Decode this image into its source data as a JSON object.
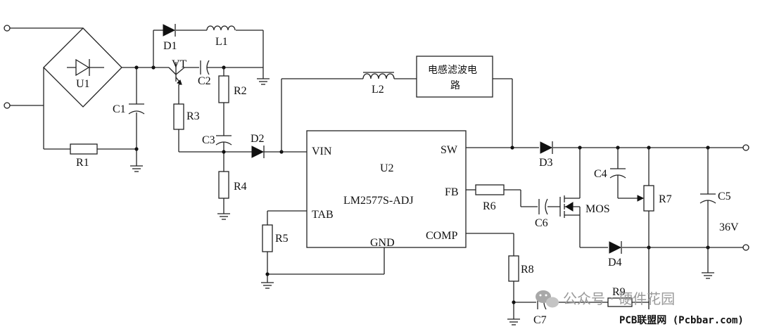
{
  "labels": {
    "U1": "U1",
    "C1": "C1",
    "R1": "R1",
    "D1": "D1",
    "L1": "L1",
    "VT": "VT",
    "C2": "C2",
    "R2": "R2",
    "R3": "R3",
    "C3": "C3",
    "D2": "D2",
    "R4": "R4",
    "L2": "L2",
    "filter_line1": "电感滤波电",
    "filter_line2": "路",
    "U2": "U2",
    "U2_part": "LM2577S-ADJ",
    "VIN": "VIN",
    "TAB": "TAB",
    "GND": "GND",
    "SW": "SW",
    "FB": "FB",
    "COMP": "COMP",
    "R5": "R5",
    "R6": "R6",
    "R7": "R7",
    "R8": "R8",
    "R9": "R9",
    "C4": "C4",
    "C5": "C5",
    "C6": "C6",
    "C7": "C7",
    "D3": "D3",
    "D4": "D4",
    "MOS": "MOS",
    "out_voltage": "36V"
  },
  "watermark": {
    "channel": "公众号 · 硬件花园",
    "site": "PCB联盟网 (Pcbbar.com)"
  }
}
